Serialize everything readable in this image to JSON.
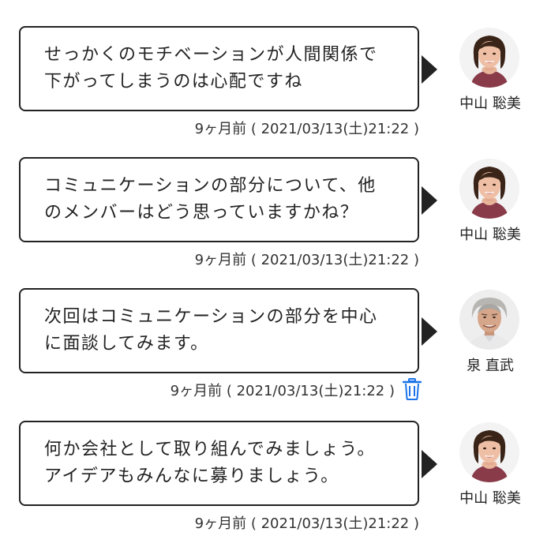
{
  "messages": [
    {
      "text": "せっかくのモチベーションが人間関係で\n下がってしまうのは心配ですね",
      "author": "中山 聡美",
      "avatar": "woman-avatar",
      "timestamp": "9ヶ月前 ( 2021/03/13(土)21:22 )",
      "deletable": false
    },
    {
      "text": "コミュニケーションの部分について、他\nのメンバーはどう思っていますかね？",
      "author": "中山 聡美",
      "avatar": "woman-avatar",
      "timestamp": "9ヶ月前 ( 2021/03/13(土)21:22 )",
      "deletable": false
    },
    {
      "text": "次回はコミュニケーションの部分を中心\nに面談してみます。",
      "author": "泉 直武",
      "avatar": "man-avatar",
      "timestamp": "9ヶ月前 ( 2021/03/13(土)21:22 )",
      "deletable": true
    },
    {
      "text": "何か会社として取り組んでみましょう。\nアイデアもみんなに募りましょう。",
      "author": "中山 聡美",
      "avatar": "woman-avatar",
      "timestamp": "9ヶ月前 ( 2021/03/13(土)21:22 )",
      "deletable": false
    }
  ],
  "colors": {
    "border": "#222222",
    "trash": "#1a73e8"
  },
  "icons": {
    "delete": "trash-icon"
  }
}
